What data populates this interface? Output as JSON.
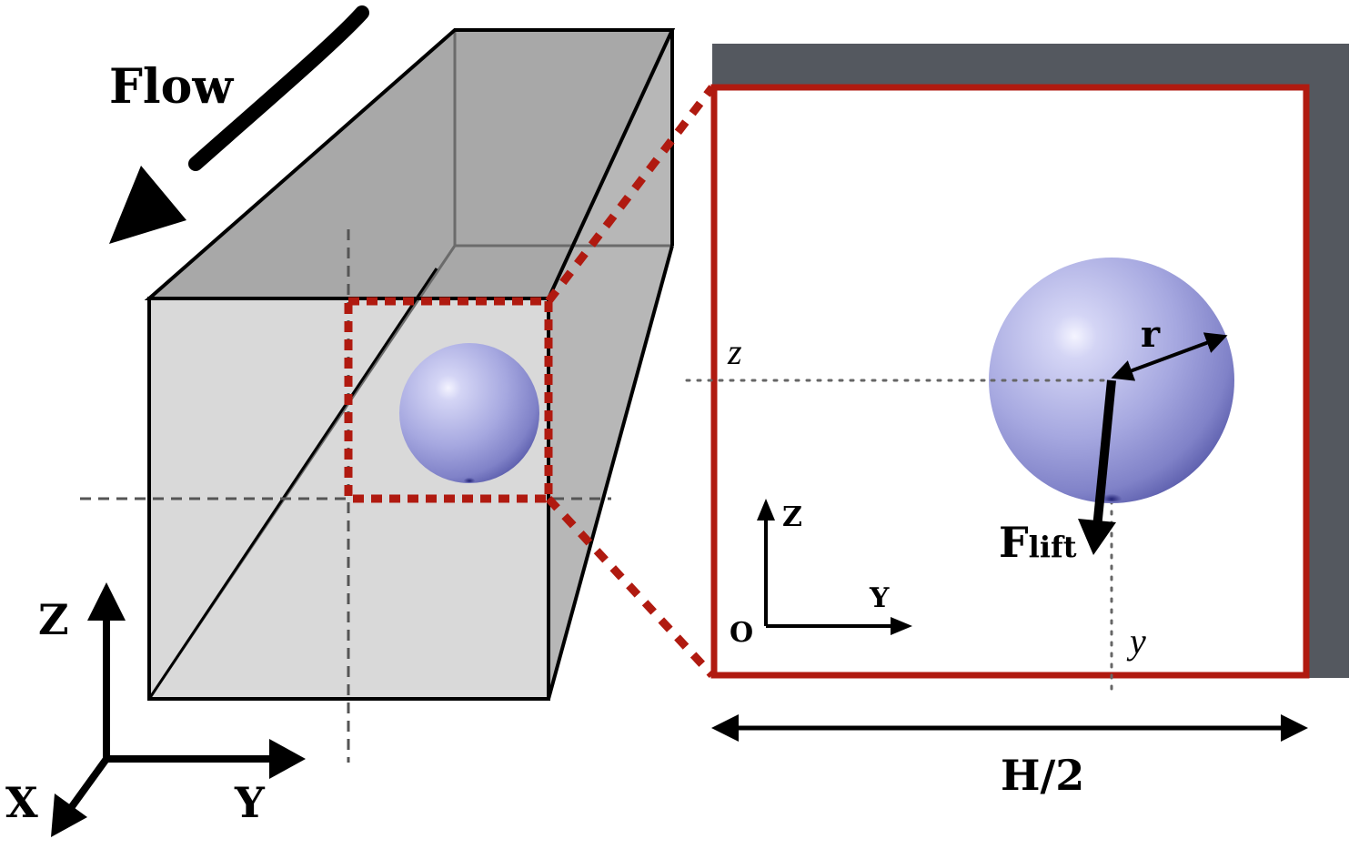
{
  "labels": {
    "flow": "Flow",
    "axis_z_main": "Z",
    "axis_y_main": "Y",
    "axis_x_main": "X",
    "inset_z_coord": "z",
    "inset_y_coord": "y",
    "inset_axis_z": "Z",
    "inset_axis_y": "Y",
    "inset_origin": "O",
    "radius": "r",
    "lift_force": "F",
    "lift_subscript": "lift",
    "half_width": "H/2"
  },
  "colors": {
    "highlight": "#b01a10",
    "wall": "#54585f",
    "channel_front": "#d9d9d9",
    "channel_top": "#a8a8a8",
    "sphere": "#a9abe0"
  },
  "icons": {
    "flow_arrow": "arrow-down-left-icon",
    "sphere": "sphere-icon"
  }
}
